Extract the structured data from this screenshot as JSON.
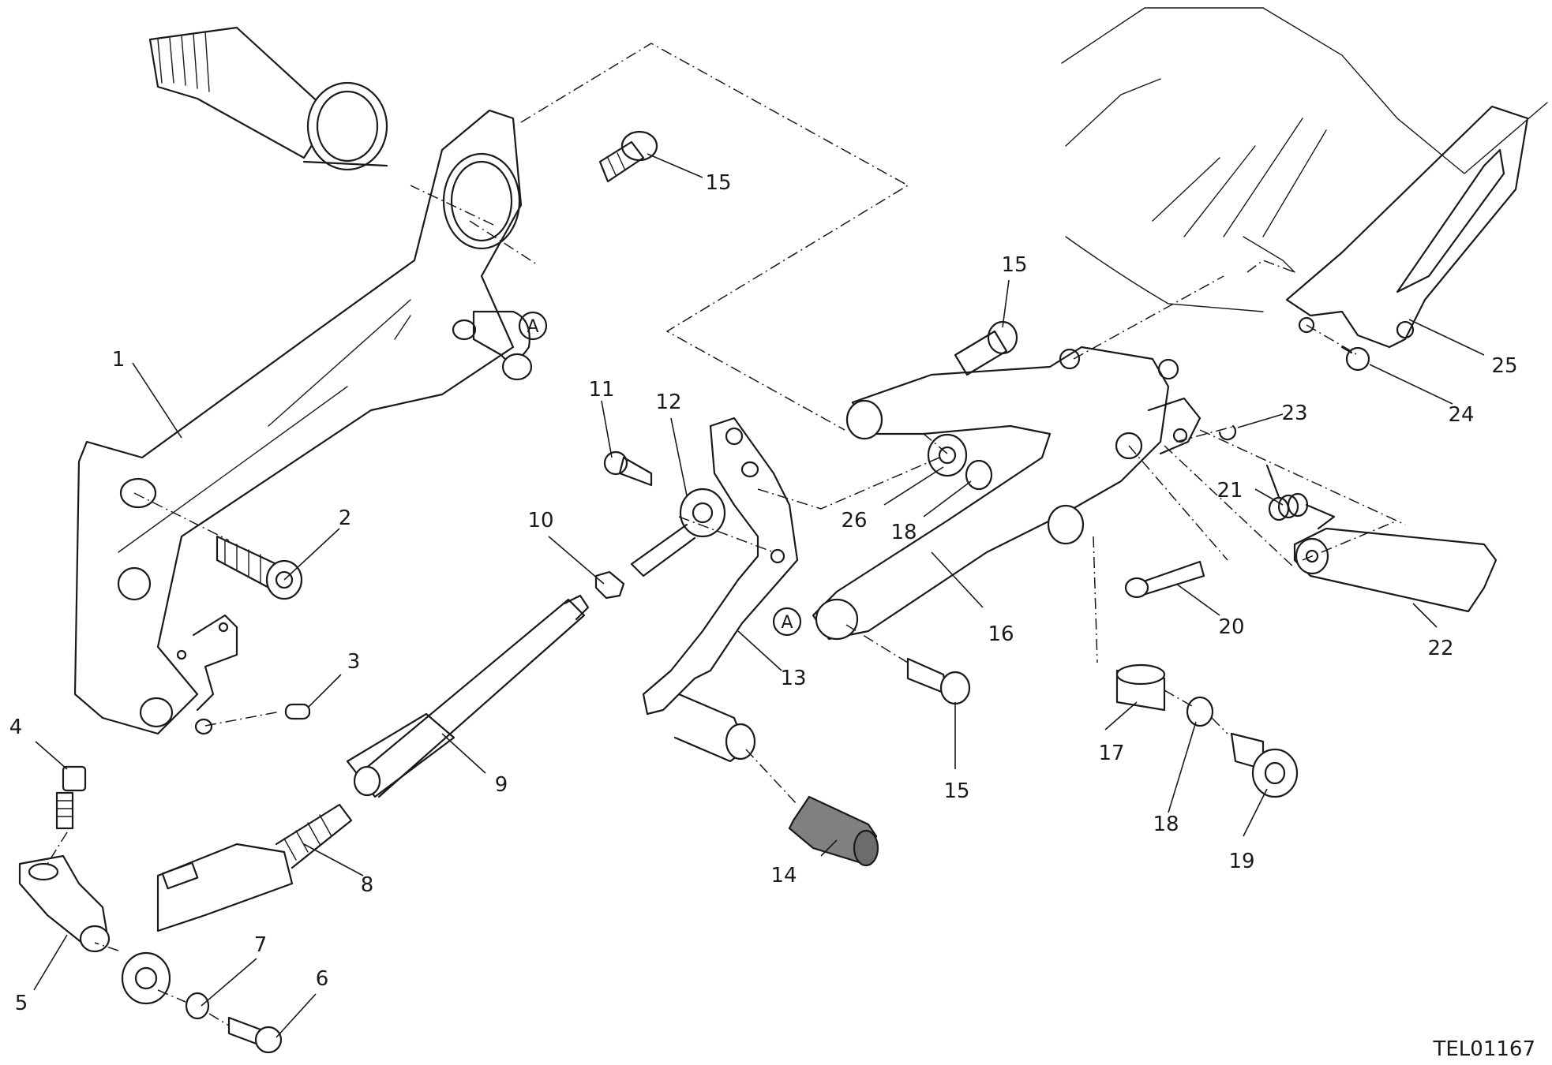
{
  "drawing_code": "TEL01167",
  "reference_mark": "A",
  "callouts": {
    "c1": "1",
    "c2": "2",
    "c3": "3",
    "c4": "4",
    "c5": "5",
    "c6": "6",
    "c7": "7",
    "c8": "8",
    "c9": "9",
    "c10": "10",
    "c11": "11",
    "c12": "12",
    "c13": "13",
    "c14": "14",
    "c15a": "15",
    "c15b": "15",
    "c15c": "15",
    "c16": "16",
    "c17": "17",
    "c18a": "18",
    "c18b": "18",
    "c19": "19",
    "c20": "20",
    "c21": "21",
    "c22": "22",
    "c23": "23",
    "c24": "24",
    "c25": "25",
    "c26": "26"
  }
}
